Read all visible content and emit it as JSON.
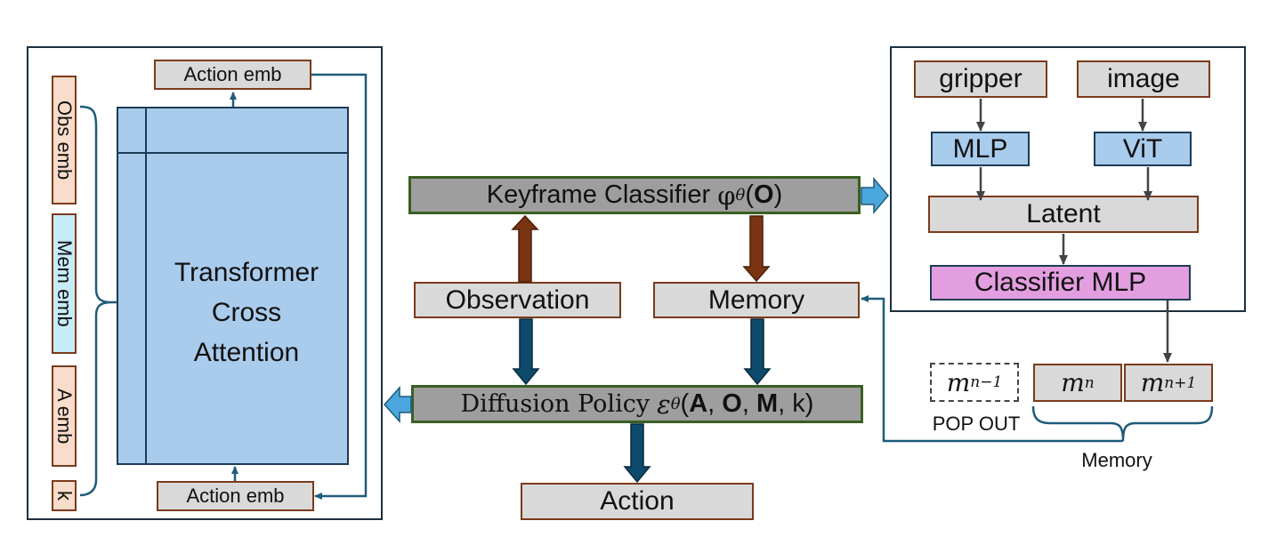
{
  "left_panel": {
    "action_emb_top": "Action emb",
    "action_emb_bottom": "Action emb",
    "transformer_line1": "Transformer",
    "transformer_line2": "Cross",
    "transformer_line3": "Attention",
    "obs_emb": "Obs emb",
    "mem_emb": "Mem emb",
    "a_emb": "A emb",
    "k": "k"
  },
  "center": {
    "keyframe_label": "Keyframe Classifier",
    "keyframe_symbol": "φ",
    "keyframe_sub": "θ",
    "keyframe_arg": "O",
    "observation": "Observation",
    "memory": "Memory",
    "diffusion_label": "Diffusion Policy",
    "diffusion_symbol": "ε",
    "diffusion_sub": "θ",
    "diffusion_arg_a": "A",
    "diffusion_arg_o": "O",
    "diffusion_arg_m": "M",
    "diffusion_arg_k": "k",
    "action": "Action"
  },
  "right_panel": {
    "gripper": "gripper",
    "image": "image",
    "mlp": "MLP",
    "vit": "ViT",
    "latent": "Latent",
    "classifier_mlp": "Classifier MLP"
  },
  "memory_queue": {
    "m_prev_base": "m",
    "m_prev_sub": "n−1",
    "m_cur_base": "m",
    "m_cur_sub": "n",
    "m_next_base": "m",
    "m_next_sub": "n+1",
    "pop_out": "POP OUT",
    "memory_label": "Memory"
  },
  "colors": {
    "brown_arrow": "#7b3412",
    "navy_arrow": "#0d4a6b",
    "light_blue_arrow": "#4aa6dd",
    "connector": "#1e5c7a",
    "purple": "#e39ee0"
  }
}
